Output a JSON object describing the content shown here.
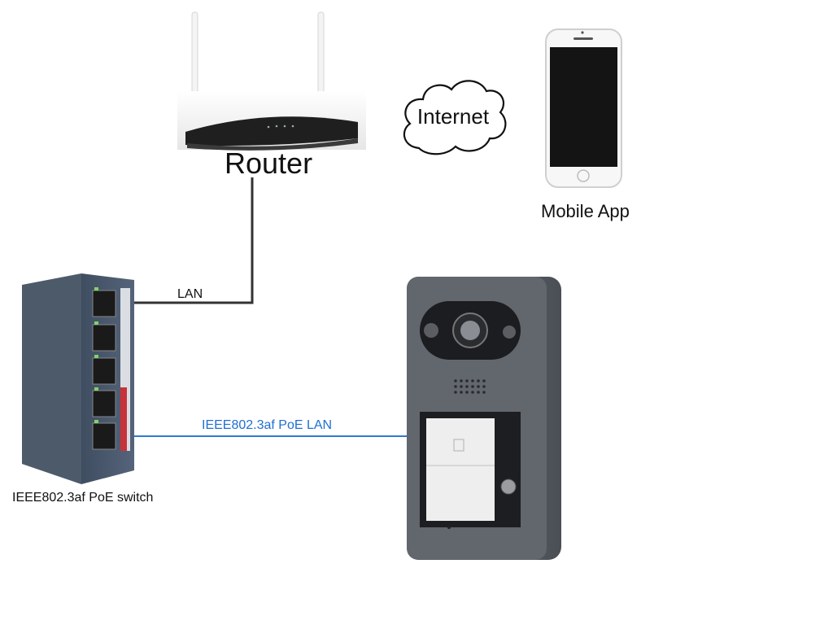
{
  "diagram": {
    "router": {
      "label": "Router"
    },
    "internet": {
      "label": "Internet"
    },
    "mobile": {
      "label": "Mobile App"
    },
    "switch": {
      "label": "IEEE802.3af PoE switch"
    },
    "links": {
      "lan": {
        "label": "LAN"
      },
      "poe_lan": {
        "label": "IEEE802.3af PoE LAN"
      }
    },
    "colors": {
      "lan_line": "#333333",
      "poe_line": "#2f7ad0",
      "device_dark": "#4a5058",
      "switch_body": "#4d5a6a"
    }
  }
}
